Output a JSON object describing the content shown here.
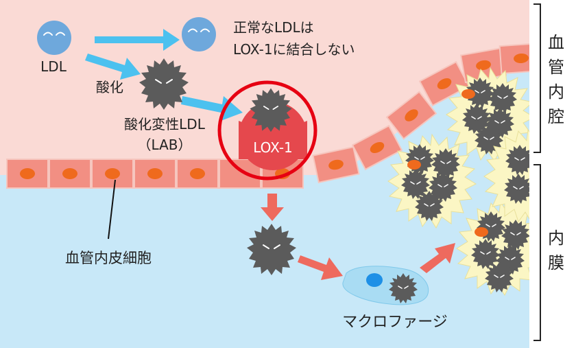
{
  "labels": {
    "ldl": "LDL",
    "normal_ldl_line1": "正常なLDLは",
    "normal_ldl_line2": "LOX-1に結合しない",
    "oxidation": "酸化",
    "oxidized_ldl_line1": "酸化変性LDL",
    "oxidized_ldl_line2": "（LAB）",
    "lox1": "LOX-1",
    "endothelial_cell": "血管内皮細胞",
    "macrophage": "マクロファージ",
    "vascular_lumen": [
      "血",
      "管",
      "内",
      "腔"
    ],
    "intima": [
      "内",
      "膜"
    ]
  },
  "colors": {
    "lumen": "#fadad5",
    "intima": "#c8e8f8",
    "endothelial": "#f28f83",
    "nucleus": "#ef6a1d",
    "ldl_blue": "#6ea8dc",
    "oxldl_gray": "#5b5b5b",
    "lox1_red": "#e5484d",
    "highlight_ring": "#e60012",
    "arrow_blue": "#4cc1ef",
    "arrow_red": "#ee6a5e",
    "foam_yellow": "#fbf6c4"
  },
  "icons": {
    "ldl": "smiling-ldl-particle-icon",
    "oxidized_ldl": "spiky-oxidized-ldl-icon",
    "lox1": "lox1-receptor-icon",
    "macrophage": "macrophage-cell-icon",
    "foam_cell": "foam-cell-icon"
  }
}
